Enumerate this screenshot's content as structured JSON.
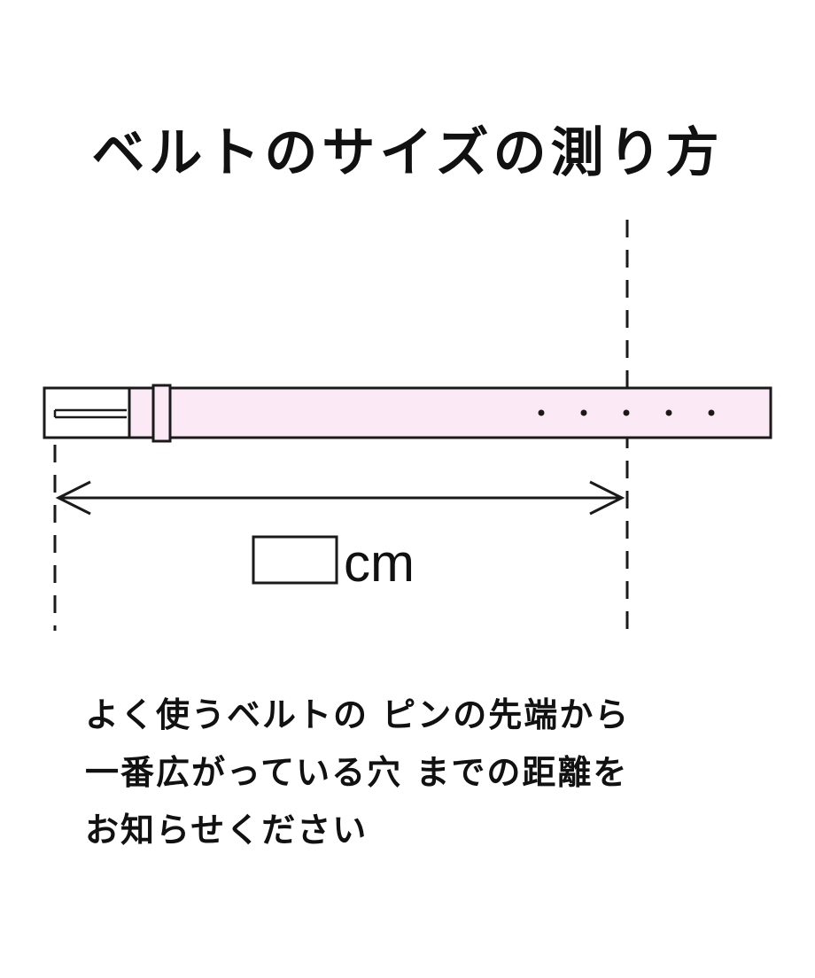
{
  "title": "ベルトのサイズの測り方",
  "measurement": {
    "unit": "cm",
    "value": ""
  },
  "instructions": [
    "よく使うベルトの ピンの先端から",
    "一番広がっている穴 までの距離を",
    "お知らせください"
  ],
  "colors": {
    "belt_fill": "#fbeaf5",
    "outline": "#1a1a1a",
    "text": "#111111",
    "background": "#ffffff"
  },
  "belt": {
    "hole_count": 5
  }
}
